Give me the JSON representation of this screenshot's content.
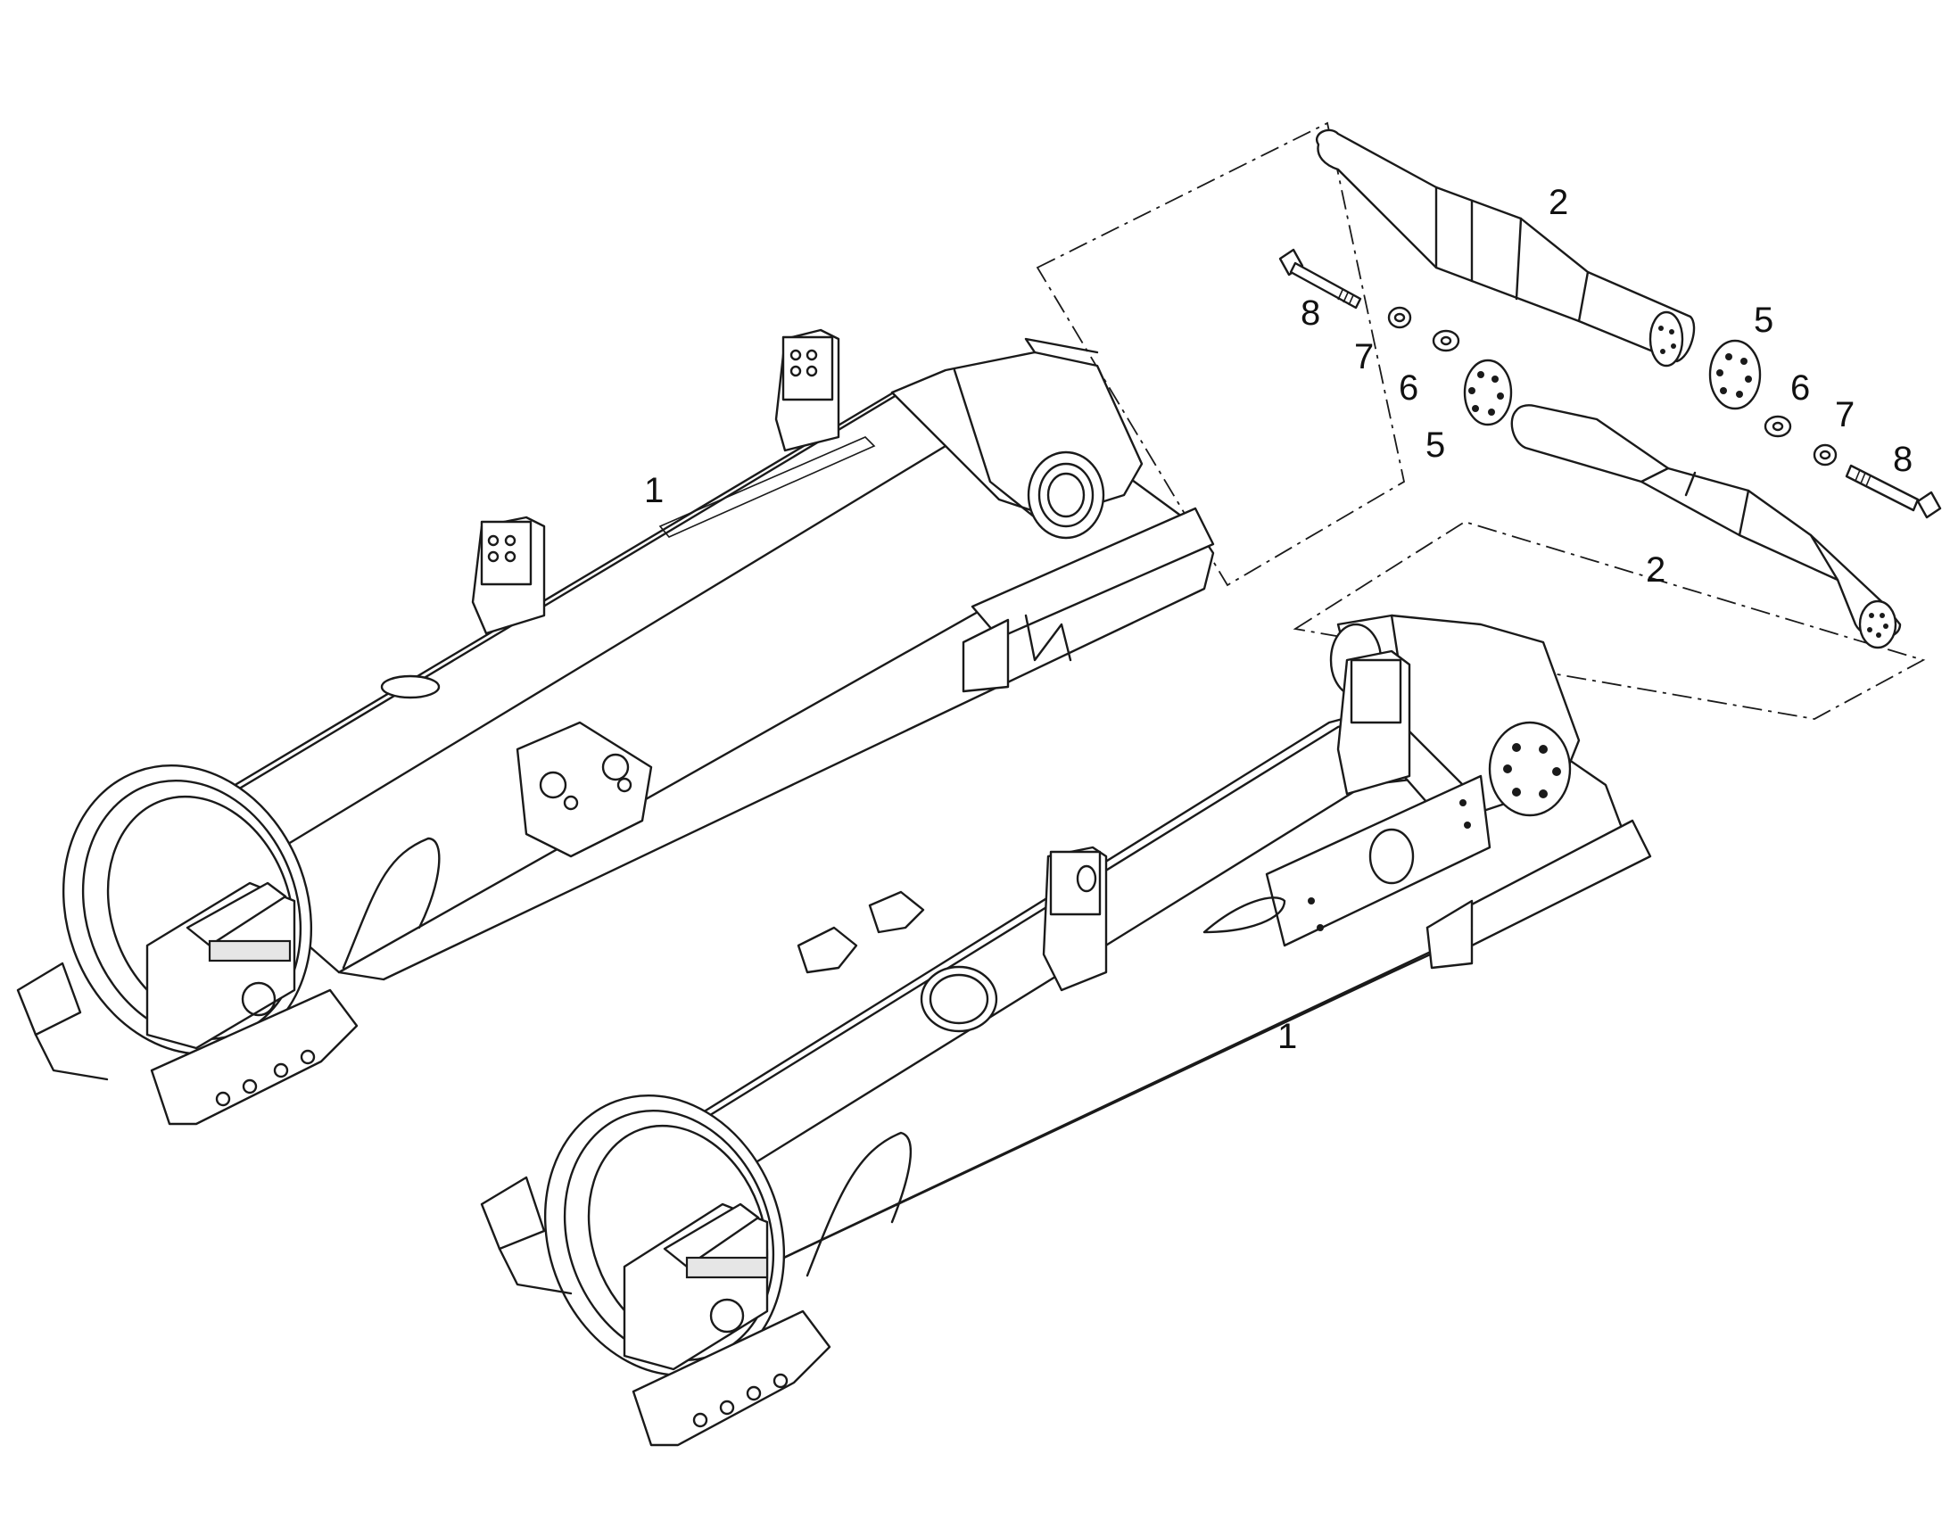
{
  "callouts": {
    "frame_upper": "1",
    "frame_lower": "1",
    "shaft_upper": "2",
    "shaft_lower": "2",
    "flange_upper": "5",
    "flange_lower": "5",
    "washer_upper": "6",
    "washer_lower": "6",
    "spacer_upper": "7",
    "spacer_lower": "7",
    "bolt_upper": "8",
    "bolt_lower": "8"
  },
  "colors": {
    "line": "#1a1a1a",
    "background": "#ffffff",
    "part_shade": "#e6e6e6"
  }
}
